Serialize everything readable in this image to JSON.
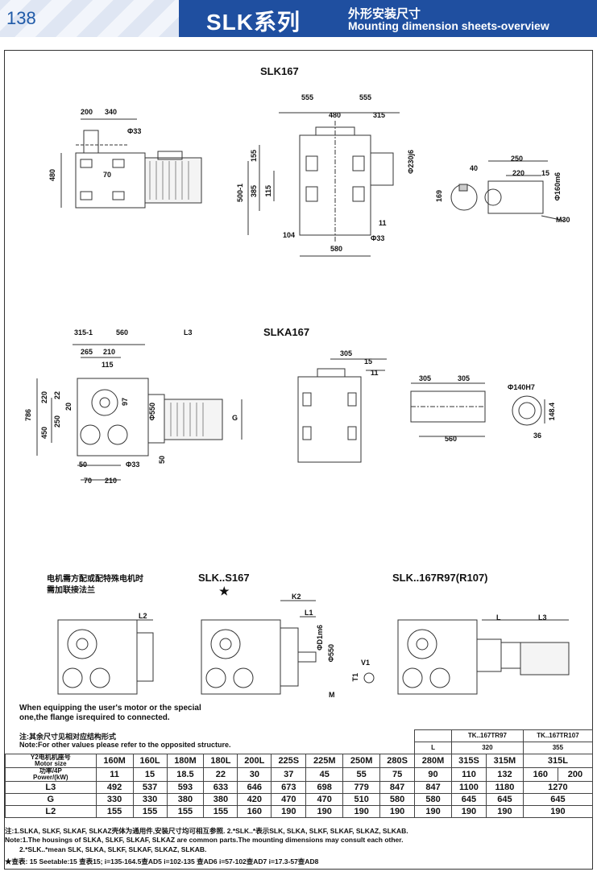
{
  "header": {
    "page_number": "138",
    "series_title": "SLK系列",
    "subtitle_cn": "外形安装尺寸",
    "subtitle_en": "Mounting dimension sheets-overview"
  },
  "models": {
    "slk167": "SLK167",
    "slka167": "SLKA167",
    "slks167": "SLK..S167",
    "slk167r97": "SLK..167R97(R107)",
    "star": "★"
  },
  "dims_slk167": {
    "d200": "200",
    "d340": "340",
    "d33a": "Φ33",
    "d480v": "480",
    "d70": "70",
    "d555a": "555",
    "d555b": "555",
    "d480": "480",
    "d315": "315",
    "d155": "155",
    "d385": "385",
    "d115": "115",
    "d500": "500-1",
    "d230": "Φ230j6",
    "d11": "11",
    "d104": "104",
    "d33b": "Φ33",
    "d580": "580",
    "d250": "250",
    "d40": "40",
    "d220": "220",
    "d15": "15",
    "d160": "Φ160m6",
    "d169": "169",
    "m30": "M30"
  },
  "dims_slka167": {
    "d315": "315-1",
    "d560": "560",
    "l3": "L3",
    "d265": "265",
    "d210": "210",
    "d115": "115",
    "d220": "220",
    "d22": "22",
    "d97": "97",
    "d786": "786",
    "d450": "450",
    "d250": "250",
    "d20": "20",
    "d550": "Φ550",
    "g": "G",
    "d50a": "50",
    "d50b": "50",
    "d33": "Φ33",
    "d70": "70",
    "d210b": "210",
    "d305": "305",
    "d15": "15",
    "d11": "11",
    "d305a": "305",
    "d305b": "305",
    "d560b": "560",
    "d140": "Φ140H7",
    "d148": "148.4",
    "d36": "36"
  },
  "dims_lower": {
    "l2": "L2",
    "k2": "K2",
    "l1": "L1",
    "d1": "ΦD1m6",
    "d550": "Φ550",
    "v1": "V1",
    "t1": "T1",
    "m": "M",
    "l": "L",
    "l3": "L3"
  },
  "notes": {
    "cn_motor_1": "电机需方配或配特殊电机时",
    "cn_motor_2": "需加联接法兰",
    "en_motor_1": "When equipping the user's motor or the special",
    "en_motor_2": "one,the flange isrequired to connected.",
    "cn_other": "注:其余尺寸见相对应结构形式",
    "en_other": "Note:For other values please refer to the opposited structure.",
    "foot_1": "注:1.SLKA, SLKF, SLKAF, SLKAZ壳体为通用件,安装尺寸均可相互参照.   2.*SLK..*表示SLK, SLKA, SLKF, SLKAF, SLKAZ, SLKAB.",
    "foot_2": "Note:1.The housings of SLKA, SLKF, SLKAF, SLKAZ are common parts.The mounting dimensions may consult each other.",
    "foot_3": "2.*SLK..*mean SLK, SLKA, SLKF, SLKAF, SLKAZ, SLKAB.",
    "foot_4": "★查表: 15  Seetable:15 查表15;  i=135-164.5查AD5  i=102-135  查AD6  i=57-102查AD7  i=17.3-57查AD8"
  },
  "table": {
    "tk_head_1": "TK..167TR97",
    "tk_head_2": "TK..167TR107",
    "l_label": "L",
    "l_val_1": "320",
    "l_val_2": "355",
    "motor_label_cn": "Y2电机机座号",
    "motor_label_en": "Motor size",
    "power_label_cn": "功率/4P",
    "power_label_en": "Power/(kW)",
    "motors": [
      "160M",
      "160L",
      "180M",
      "180L",
      "200L",
      "225S",
      "225M",
      "250M",
      "280S",
      "280M",
      "315S",
      "315M",
      "315L"
    ],
    "power": [
      "11",
      "15",
      "18.5",
      "22",
      "30",
      "37",
      "45",
      "55",
      "75",
      "90",
      "110",
      "132",
      "160",
      "200"
    ],
    "rows": [
      {
        "label": "L3",
        "values": [
          "492",
          "537",
          "593",
          "633",
          "646",
          "673",
          "698",
          "779",
          "847",
          "847",
          "1100",
          "1180",
          "1270"
        ]
      },
      {
        "label": "G",
        "values": [
          "330",
          "330",
          "380",
          "380",
          "420",
          "470",
          "470",
          "510",
          "580",
          "580",
          "645",
          "645",
          "645"
        ]
      },
      {
        "label": "L2",
        "values": [
          "155",
          "155",
          "155",
          "155",
          "160",
          "190",
          "190",
          "190",
          "190",
          "190",
          "190",
          "190",
          "190"
        ]
      }
    ]
  }
}
